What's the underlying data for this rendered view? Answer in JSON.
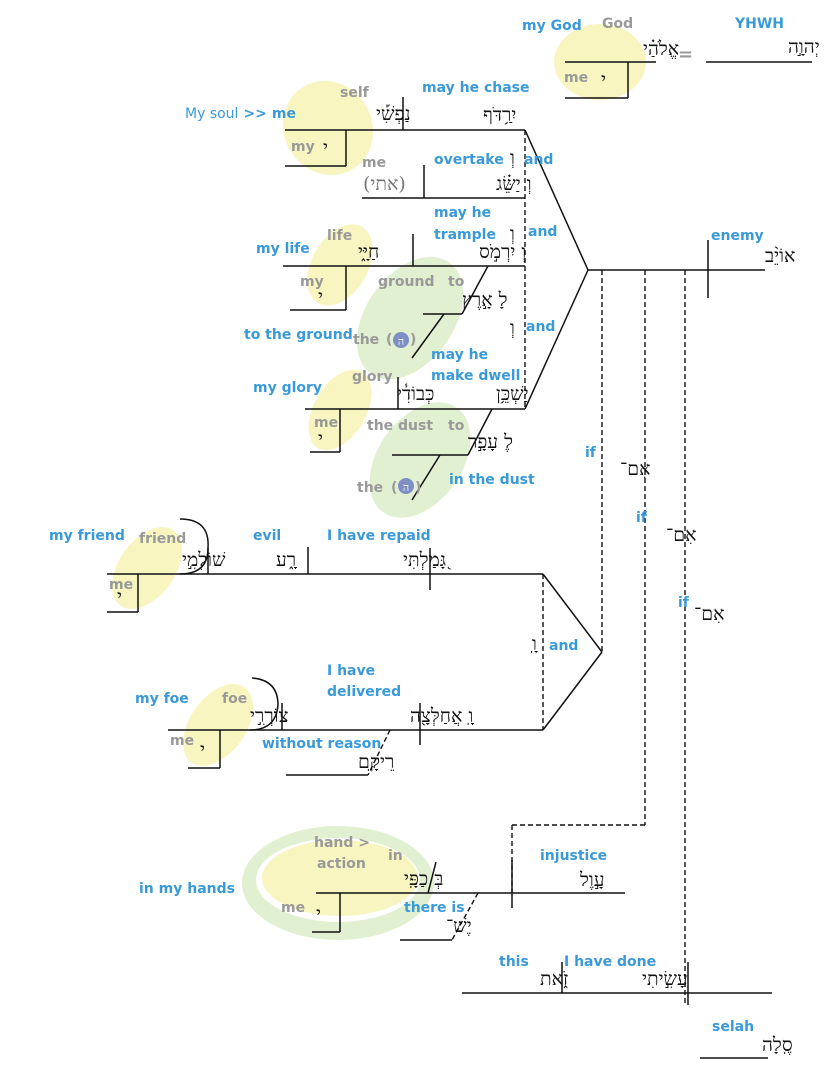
{
  "colors": {
    "gloss": "#3a9ad9",
    "gray": "#999999",
    "highlight_yellow": "#f7f3b6",
    "highlight_green": "#dcedc8",
    "article_dot": "#6e7dc4"
  },
  "top": {
    "my_god": "my God",
    "god": "God",
    "elohay": "אֱלֹהַ֗י",
    "me": "me",
    "yod": "י",
    "equals": "=",
    "yhwh_label": "YHWH",
    "yhwh": "יְהוָ֣ה"
  },
  "chase": {
    "my_soul": "My soul",
    "arrows": ">>",
    "me_blue": "me",
    "self": "self",
    "nafshi": "נַפְשִׁ֡י",
    "my": "my",
    "yod": "י",
    "may_he_chase": "may he chase",
    "yiraddof": "יִרַ֥דֹּף"
  },
  "overtake": {
    "me": "me",
    "oti": "(אתי)",
    "overtake": "overtake",
    "yasseg": "וְ יַשֵּׂ֗ג",
    "and": "and",
    "vav": "וְ"
  },
  "trample": {
    "life": "life",
    "my_life": "my life",
    "hayyay": "חַיָּ֑י",
    "my": "my",
    "yod": "י",
    "may_he": "may he",
    "trample": "trample",
    "yirmos": "וְ יִרְמֹ֣ס",
    "and": "and",
    "vav": "וְ",
    "ground": "ground",
    "to": "to",
    "laarets": "לָ אָ֣רֶץ",
    "to_the_ground": "to the ground",
    "the": "the",
    "paren_open": "(",
    "paren_close": ")",
    "he_article": "ה"
  },
  "dwell": {
    "my_glory": "my glory",
    "glory": "glory",
    "kevodi": "כְּבוֹדִ֓י",
    "me": "me",
    "yod": "י",
    "may_he": "may he",
    "make_dwell": "make dwell",
    "yashken": "יַשְׁכֵּ֥ן",
    "and": "and",
    "vav": "וְ",
    "the_dust": "the dust",
    "to": "to",
    "leafar": "לֶ עָפָ֣ר",
    "in_the_dust": "in the dust",
    "the": "the",
    "paren_open": "(",
    "paren_close": ")",
    "he_article": "ה"
  },
  "enemy": {
    "enemy": "enemy",
    "oyev": "אוֹיֵ֨ב"
  },
  "ifs": {
    "if1": "if",
    "im1": "אִם־",
    "if2": "if",
    "im2": "אִם־",
    "if3": "if",
    "im3": "אִם־"
  },
  "repaid": {
    "my_friend": "my friend",
    "friend": "friend",
    "sholmi": "שׁוֹלְמִ֣י",
    "me": "me",
    "yod": "י",
    "evil": "evil",
    "ra": "רָ֑ע",
    "i_have_repaid": "I have repaid",
    "gamalti": "גָּ֭מַלְתִּי"
  },
  "delivered": {
    "and": "and",
    "vav": "וָֽ",
    "my_foe": "my foe",
    "foe": "foe",
    "tsorerai": "צוֹרְרִ֣י",
    "me": "me",
    "yod": "י",
    "i_have": "I have",
    "delivered": "delivered",
    "ahalletsah": "וָֽ אֲחַלְּצָ֖ה",
    "without_reason": "without reason",
    "reqam": "רֵיקָֽם"
  },
  "hands": {
    "hand": "hand >",
    "action": "action",
    "in": "in",
    "bekappay": "בְּ כַפָּֽי",
    "in_my_hands": "in my hands",
    "me": "me",
    "yod": "י",
    "there_is": "there is",
    "yesh": "יֶשׁ־",
    "injustice": "injustice",
    "avel": "עָ֣וֶל"
  },
  "done": {
    "this": "this",
    "zot": "זֹ֑את",
    "i_have_done": "I have done",
    "asiti": "עָשִׂ֣יתִי"
  },
  "selah": {
    "selah": "selah",
    "selah_he": "סֶֽלָה"
  }
}
